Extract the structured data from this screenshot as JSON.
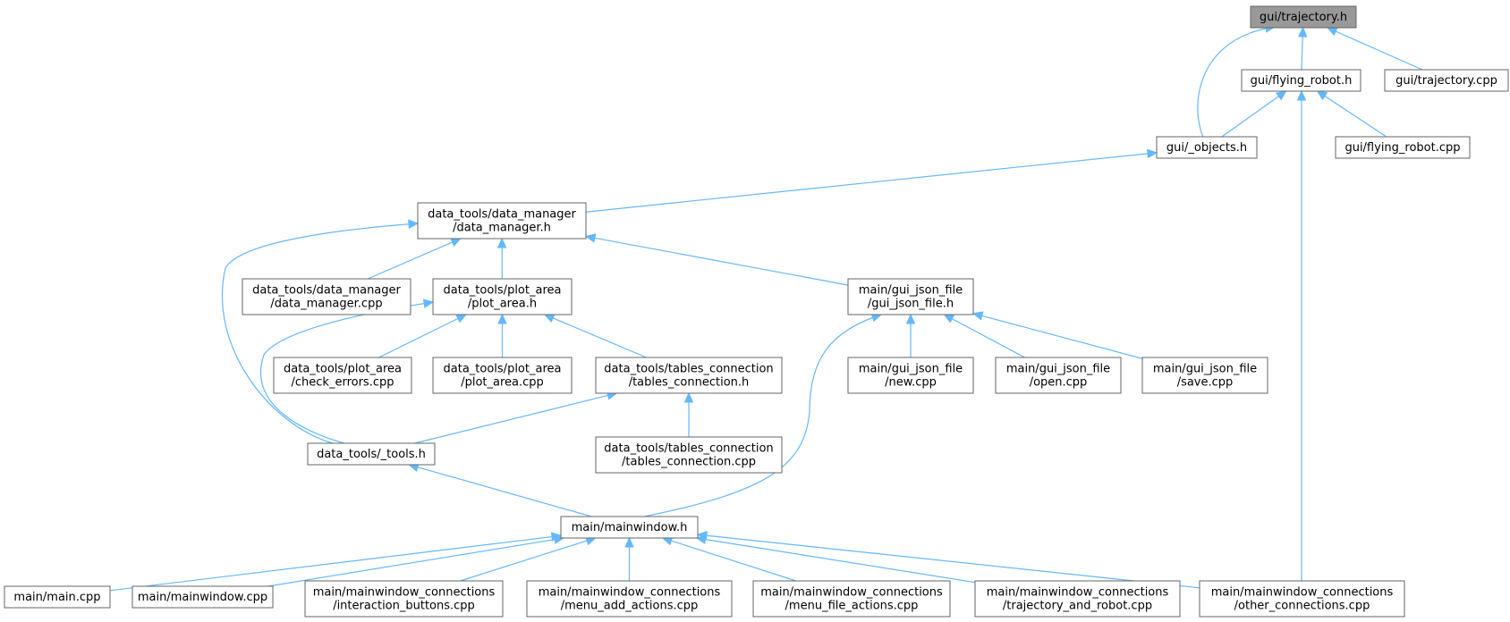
{
  "nodes": [
    {
      "id": "trajectory_h",
      "lines": [
        "gui/trajectory.h"
      ],
      "root": true
    },
    {
      "id": "flying_robot_h",
      "lines": [
        "gui/flying_robot.h"
      ]
    },
    {
      "id": "trajectory_cpp",
      "lines": [
        "gui/trajectory.cpp"
      ]
    },
    {
      "id": "objects_h",
      "lines": [
        "gui/_objects.h"
      ]
    },
    {
      "id": "flying_robot_cpp",
      "lines": [
        "gui/flying_robot.cpp"
      ]
    },
    {
      "id": "data_manager_h",
      "lines": [
        "data_tools/data_manager",
        "/data_manager.h"
      ]
    },
    {
      "id": "data_manager_cpp",
      "lines": [
        "data_tools/data_manager",
        "/data_manager.cpp"
      ]
    },
    {
      "id": "plot_area_h",
      "lines": [
        "data_tools/plot_area",
        "/plot_area.h"
      ]
    },
    {
      "id": "gui_json_file_h",
      "lines": [
        "main/gui_json_file",
        "/gui_json_file.h"
      ]
    },
    {
      "id": "check_errors_cpp",
      "lines": [
        "data_tools/plot_area",
        "/check_errors.cpp"
      ]
    },
    {
      "id": "plot_area_cpp",
      "lines": [
        "data_tools/plot_area",
        "/plot_area.cpp"
      ]
    },
    {
      "id": "tables_connection_h",
      "lines": [
        "data_tools/tables_connection",
        "/tables_connection.h"
      ]
    },
    {
      "id": "new_cpp",
      "lines": [
        "main/gui_json_file",
        "/new.cpp"
      ]
    },
    {
      "id": "open_cpp",
      "lines": [
        "main/gui_json_file",
        "/open.cpp"
      ]
    },
    {
      "id": "save_cpp",
      "lines": [
        "main/gui_json_file",
        "/save.cpp"
      ]
    },
    {
      "id": "tools_h",
      "lines": [
        "data_tools/_tools.h"
      ]
    },
    {
      "id": "tables_connection_cpp",
      "lines": [
        "data_tools/tables_connection",
        "/tables_connection.cpp"
      ]
    },
    {
      "id": "mainwindow_h",
      "lines": [
        "main/mainwindow.h"
      ]
    },
    {
      "id": "main_cpp",
      "lines": [
        "main/main.cpp"
      ]
    },
    {
      "id": "mainwindow_cpp",
      "lines": [
        "main/mainwindow.cpp"
      ]
    },
    {
      "id": "interaction_buttons_cpp",
      "lines": [
        "main/mainwindow_connections",
        "/interaction_buttons.cpp"
      ]
    },
    {
      "id": "menu_add_actions_cpp",
      "lines": [
        "main/mainwindow_connections",
        "/menu_add_actions.cpp"
      ]
    },
    {
      "id": "menu_file_actions_cpp",
      "lines": [
        "main/mainwindow_connections",
        "/menu_file_actions.cpp"
      ]
    },
    {
      "id": "trajectory_and_robot_cpp",
      "lines": [
        "main/mainwindow_connections",
        "/trajectory_and_robot.cpp"
      ]
    },
    {
      "id": "other_connections_cpp",
      "lines": [
        "main/mainwindow_connections",
        "/other_connections.cpp"
      ]
    }
  ],
  "edges": [
    {
      "from": "flying_robot_h",
      "to": "trajectory_h"
    },
    {
      "from": "trajectory_cpp",
      "to": "trajectory_h"
    },
    {
      "from": "objects_h",
      "to": "trajectory_h"
    },
    {
      "from": "objects_h",
      "to": "flying_robot_h"
    },
    {
      "from": "flying_robot_cpp",
      "to": "flying_robot_h"
    },
    {
      "from": "other_connections_cpp",
      "to": "flying_robot_h"
    },
    {
      "from": "data_manager_h",
      "to": "objects_h"
    },
    {
      "from": "data_manager_cpp",
      "to": "data_manager_h"
    },
    {
      "from": "plot_area_h",
      "to": "data_manager_h"
    },
    {
      "from": "gui_json_file_h",
      "to": "data_manager_h"
    },
    {
      "from": "tools_h",
      "to": "data_manager_h"
    },
    {
      "from": "check_errors_cpp",
      "to": "plot_area_h"
    },
    {
      "from": "plot_area_cpp",
      "to": "plot_area_h"
    },
    {
      "from": "tables_connection_h",
      "to": "plot_area_h"
    },
    {
      "from": "tools_h",
      "to": "plot_area_h"
    },
    {
      "from": "new_cpp",
      "to": "gui_json_file_h"
    },
    {
      "from": "open_cpp",
      "to": "gui_json_file_h"
    },
    {
      "from": "save_cpp",
      "to": "gui_json_file_h"
    },
    {
      "from": "mainwindow_h",
      "to": "gui_json_file_h"
    },
    {
      "from": "tools_h",
      "to": "tables_connection_h"
    },
    {
      "from": "tables_connection_cpp",
      "to": "tables_connection_h"
    },
    {
      "from": "mainwindow_h",
      "to": "tools_h"
    },
    {
      "from": "main_cpp",
      "to": "mainwindow_h"
    },
    {
      "from": "mainwindow_cpp",
      "to": "mainwindow_h"
    },
    {
      "from": "interaction_buttons_cpp",
      "to": "mainwindow_h"
    },
    {
      "from": "menu_add_actions_cpp",
      "to": "mainwindow_h"
    },
    {
      "from": "menu_file_actions_cpp",
      "to": "mainwindow_h"
    },
    {
      "from": "trajectory_and_robot_cpp",
      "to": "mainwindow_h"
    },
    {
      "from": "other_connections_cpp",
      "to": "mainwindow_h"
    }
  ],
  "colors": {
    "edge": "#63b8ff",
    "node_border": "#666666",
    "node_fill": "#ffffff",
    "root_fill": "#999999"
  }
}
